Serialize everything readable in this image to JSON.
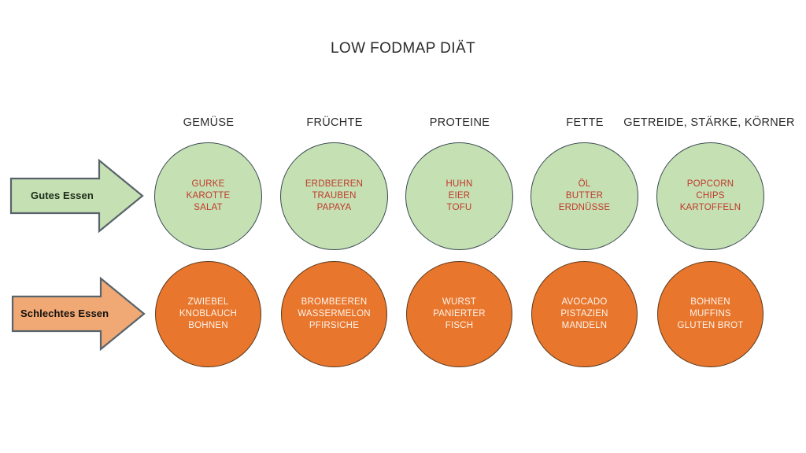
{
  "page": {
    "title": "LOW FODMAP DIÄT",
    "background_color": "#ffffff"
  },
  "colors": {
    "good_fill": "#c5e0b3",
    "good_stroke": "#3a4a52",
    "good_text": "#c0392b",
    "bad_fill": "#e8762c",
    "bad_stroke": "#5c3a1e",
    "bad_text": "#fdf4ec",
    "good_arrow_fill": "#c5e0b3",
    "bad_arrow_fill": "#f0a875",
    "arrow_stroke": "#58636b",
    "header_text": "#2b2b2b"
  },
  "row_labels": {
    "good": "Gutes Essen",
    "bad": "Schlechtes Essen"
  },
  "columns": [
    {
      "header": "GEMÜSE",
      "good": [
        "GURKE",
        "KAROTTE",
        "SALAT"
      ],
      "bad": [
        "ZWIEBEL",
        "KNOBLAUCH",
        "BOHNEN"
      ]
    },
    {
      "header": "FRÜCHTE",
      "good": [
        "ERDBEEREN",
        "TRAUBEN",
        "PAPAYA"
      ],
      "bad": [
        "BROMBEEREN",
        "WASSERMELON",
        "PFIRSICHE"
      ]
    },
    {
      "header": "PROTEINE",
      "good": [
        "HUHN",
        "EIER",
        "TOFU"
      ],
      "bad": [
        "WURST",
        "PANIERTER",
        "FISCH"
      ]
    },
    {
      "header": "FETTE",
      "good": [
        "ÖL",
        "BUTTER",
        "ERDNÜSSE"
      ],
      "bad": [
        "AVOCADO",
        "PISTAZIEN",
        "MANDELN"
      ]
    },
    {
      "header": "GETREIDE, STÄRKE, KÖRNER",
      "good": [
        "POPCORN",
        "CHIPS",
        "KARTOFFELN"
      ],
      "bad": [
        "BOHNEN",
        "MUFFINS",
        "GLUTEN BROT"
      ]
    }
  ]
}
